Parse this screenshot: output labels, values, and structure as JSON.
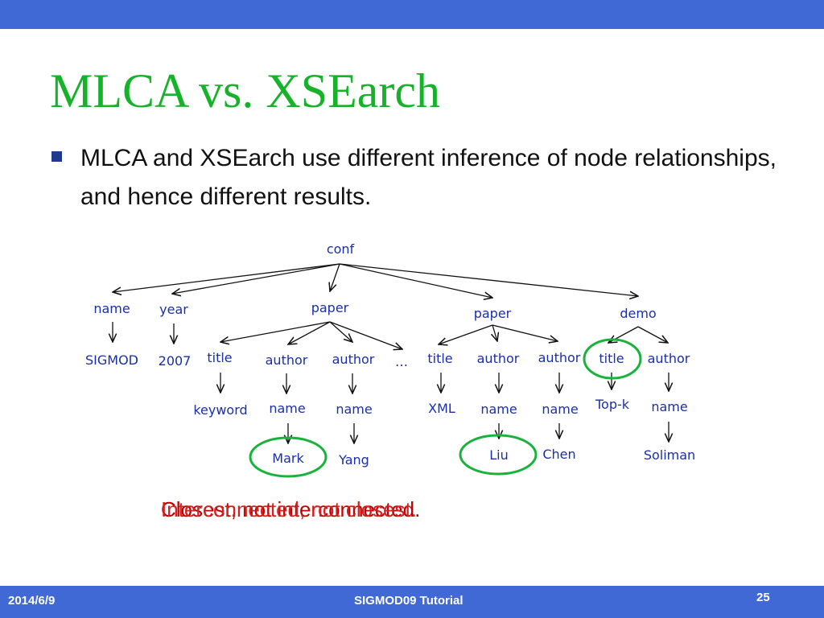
{
  "slide": {
    "title": "MLCA vs. XSEarch",
    "bullet": "MLCA and XSEarch use different inference of node relationships, and hence different results."
  },
  "tree": {
    "nodes": {
      "conf": "conf",
      "name1": "name",
      "year": "year",
      "paper1": "paper",
      "paper2": "paper",
      "demo": "demo",
      "sigmod": "SIGMOD",
      "y2007": "2007",
      "title1": "title",
      "author1": "author",
      "author2": "author",
      "ellipsis": "…",
      "keyword": "keyword",
      "name2": "name",
      "name3": "name",
      "mark": "Mark",
      "yang": "Yang",
      "title2": "title",
      "author3": "author",
      "author4": "author",
      "xml": "XML",
      "name4": "name",
      "name5": "name",
      "liu": "Liu",
      "chen": "Chen",
      "title3": "title",
      "author5": "author",
      "topk": "Top-k",
      "name6": "name",
      "soliman": "Soliman"
    }
  },
  "captions": {
    "primary": "Closest, not interconnected.",
    "overlay": "Interconnected, not closest."
  },
  "footer": {
    "date": "2014/6/9",
    "title": "SIGMOD09 Tutorial",
    "page": "25"
  },
  "colors": {
    "top_bar": "#4169d6",
    "title": "#16b32a",
    "node_text": "#1a2fa8",
    "highlight_circle": "#19b33b",
    "caption": "#c00000"
  }
}
